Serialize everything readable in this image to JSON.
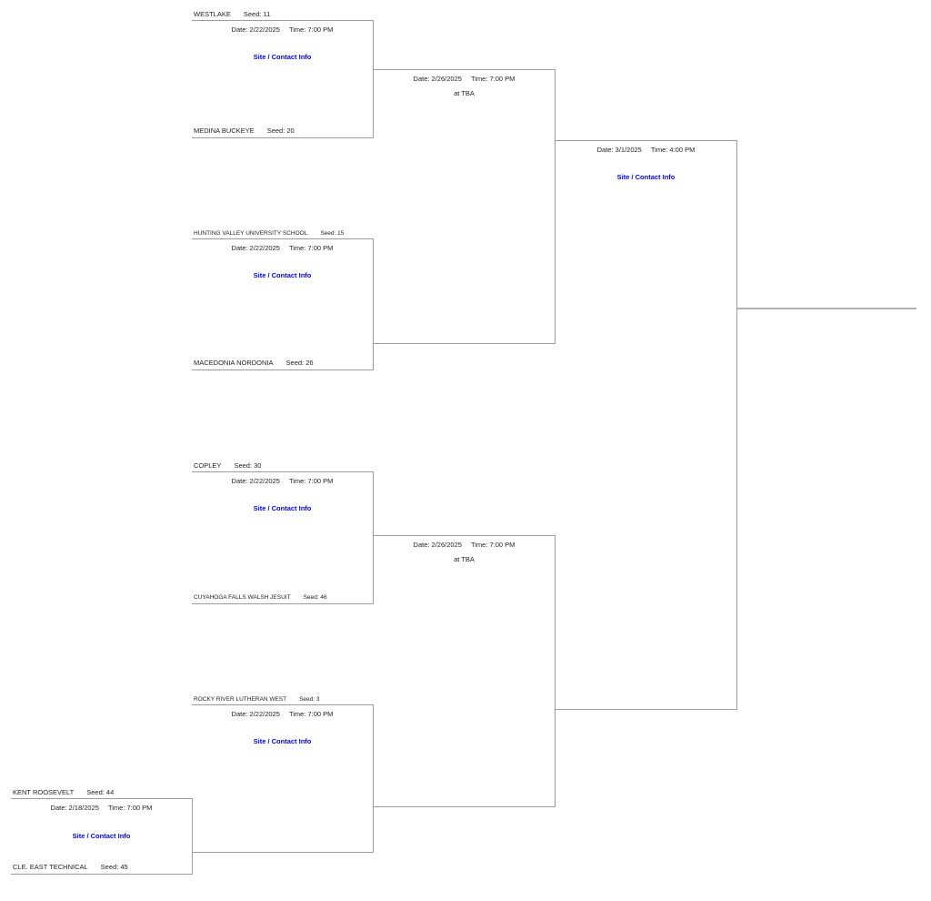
{
  "colors": {
    "line": "#9c9c9c",
    "winner_line": "#b3b3b3",
    "link_blue": "#0000ee",
    "text": "#222222"
  },
  "games": {
    "playin": {
      "top_team": "KENT ROOSEVELT",
      "top_seed": "Seed: 44",
      "bottom_team": "CLE. EAST TECHNICAL",
      "bottom_seed": "Seed: 45",
      "date": "Date: 2/18/2025",
      "time": "Time: 7:00 PM",
      "link": "Site / Contact Info"
    },
    "round2_game1": {
      "top_team": "WESTLAKE",
      "top_seed": "Seed: 11",
      "bottom_team": "MEDINA BUCKEYE",
      "bottom_seed": "Seed: 20",
      "date": "Date: 2/22/2025",
      "time": "Time: 7:00 PM",
      "link": "Site / Contact Info"
    },
    "round2_game2": {
      "top_team": "HUNTING VALLEY UNIVERSITY SCHOOL",
      "top_seed": "Seed: 15",
      "bottom_team": "MACEDONIA NORDONIA",
      "bottom_seed": "Seed: 26",
      "date": "Date: 2/22/2025",
      "time": "Time: 7:00 PM",
      "link": "Site / Contact Info"
    },
    "round2_game3": {
      "top_team": "COPLEY",
      "top_seed": "Seed: 30",
      "bottom_team": "CUYAHOGA FALLS WALSH JESUIT",
      "bottom_seed": "Seed: 46",
      "date": "Date: 2/22/2025",
      "time": "Time: 7:00 PM",
      "link": "Site / Contact Info"
    },
    "round2_game4": {
      "top_team": "ROCKY RIVER LUTHERAN WEST",
      "top_seed": "Seed: 3",
      "date": "Date: 2/22/2025",
      "time": "Time: 7:00 PM",
      "link": "Site / Contact Info"
    },
    "semifinal1": {
      "date": "Date: 2/26/2025",
      "time": "Time: 7:00 PM",
      "venue": "at TBA"
    },
    "semifinal2": {
      "date": "Date: 2/26/2025",
      "time": "Time: 7:00 PM",
      "venue": "at TBA"
    },
    "final": {
      "date": "Date: 3/1/2025",
      "time": "Time: 4:00 PM",
      "link": "Site / Contact Info"
    }
  }
}
